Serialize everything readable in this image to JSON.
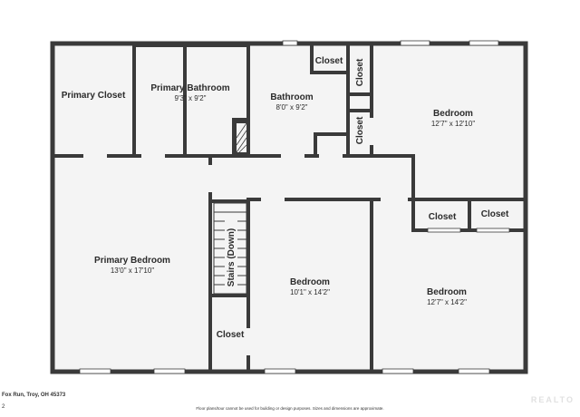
{
  "rooms": {
    "primary_closet": {
      "name": "Primary Closet",
      "dims": ""
    },
    "primary_bathroom": {
      "name": "Primary Bathroom",
      "dims": "9'3\" x 9'2\""
    },
    "bathroom": {
      "name": "Bathroom",
      "dims": "8'0\" x 9'2\""
    },
    "bedroom_ne": {
      "name": "Bedroom",
      "dims": "12'7\" x 12'10\""
    },
    "primary_bedroom": {
      "name": "Primary Bedroom",
      "dims": "13'0\" x 17'10\""
    },
    "bedroom_center": {
      "name": "Bedroom",
      "dims": "10'1\" x 14'2\""
    },
    "bedroom_se": {
      "name": "Bedroom",
      "dims": "12'7\" x 14'2\""
    }
  },
  "closets": {
    "bath_closet": "Closet",
    "hall_closet_upper": "Closet",
    "hall_closet_lower": "Closet",
    "se_closet_left": "Closet",
    "se_closet_right": "Closet",
    "stair_closet": "Closet"
  },
  "stairs": {
    "label": "Stairs (Down)"
  },
  "footer": {
    "address": "Fox Run, Troy, OH 45373",
    "page": "2",
    "disclaimer": "Floor plans/tour cannot be used for building or design purposes. Sizes and dimensions are approximate.",
    "watermark": "REALTO"
  },
  "colors": {
    "wall": "#3a3a3a",
    "floor": "#f4f4f4",
    "text": "#2b2b2b"
  }
}
